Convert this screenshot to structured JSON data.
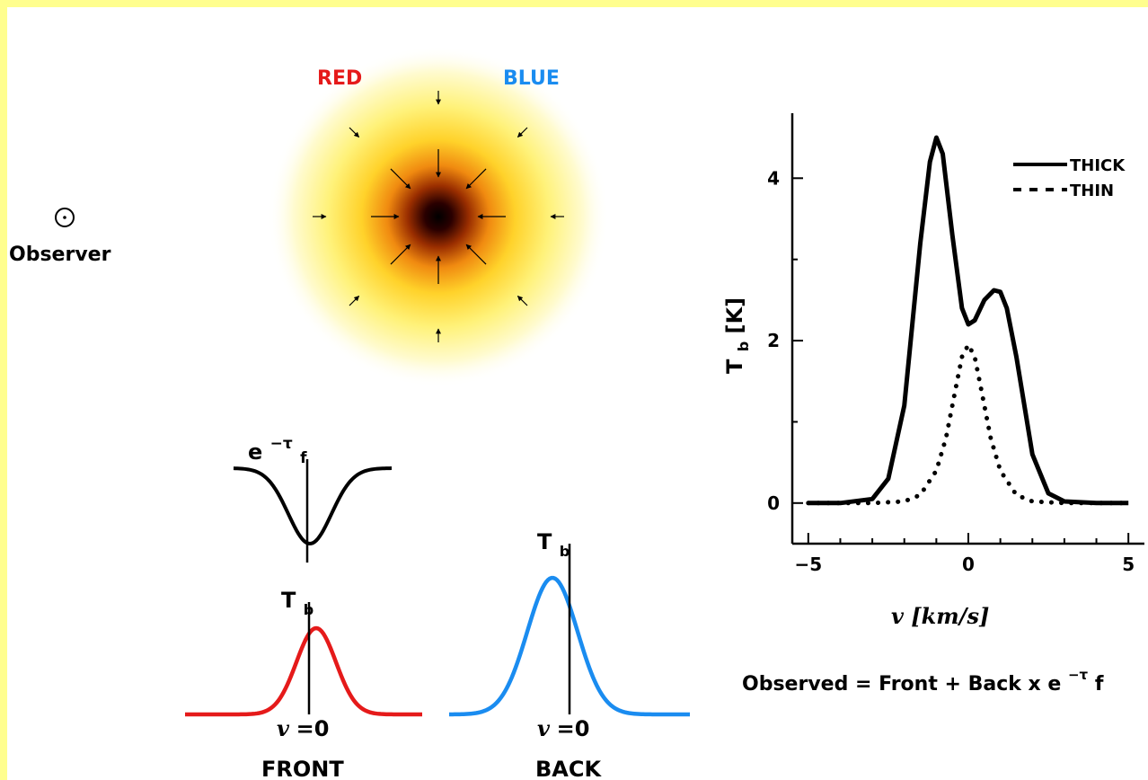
{
  "labels": {
    "red": "RED",
    "blue": "BLUE",
    "observer": "Observer",
    "front": "FRONT",
    "back": "BACK",
    "v_zero": "=0",
    "v_symbol": "v",
    "tb_main": "T",
    "tb_sub": "b",
    "exp_base": "e",
    "exp_tau": "−τ",
    "exp_f": "f"
  },
  "equation": {
    "prefix": "Observed = Front + Back x e",
    "tau": "−τ",
    "suffix": "f"
  },
  "colors": {
    "red": "#e51a1a",
    "blue": "#1a8cf0",
    "line": "#000000",
    "border": "#fffe8e"
  },
  "chart_data": {
    "type": "line",
    "xlabel": "v [km/s]",
    "ylabel_main": "T",
    "ylabel_sub": "b",
    "ylabel_unit": "[K]",
    "xlim": [
      -5.5,
      5.5
    ],
    "ylim": [
      -0.5,
      4.8
    ],
    "xticks": [
      -5,
      0,
      5
    ],
    "yticks": [
      0,
      2,
      4
    ],
    "xtick_labels": [
      "−5",
      "0",
      "5"
    ],
    "ytick_labels": [
      "0",
      "2",
      "4"
    ],
    "legend_position": "top-right",
    "series": [
      {
        "name": "THICK",
        "style": "solid",
        "x": [
          -5,
          -4,
          -3,
          -2.5,
          -2,
          -1.5,
          -1.2,
          -1,
          -0.8,
          -0.5,
          -0.2,
          0,
          0.2,
          0.5,
          0.8,
          1,
          1.2,
          1.5,
          2,
          2.5,
          3,
          4,
          5
        ],
        "y": [
          0,
          0,
          0.05,
          0.3,
          1.2,
          3.2,
          4.2,
          4.5,
          4.3,
          3.3,
          2.4,
          2.2,
          2.25,
          2.5,
          2.62,
          2.6,
          2.4,
          1.8,
          0.6,
          0.12,
          0.02,
          0,
          0
        ]
      },
      {
        "name": "THIN",
        "style": "dotted",
        "x": [
          -5,
          -3,
          -2,
          -1.5,
          -1,
          -0.7,
          -0.4,
          -0.2,
          0,
          0.2,
          0.4,
          0.7,
          1,
          1.5,
          2,
          3,
          5
        ],
        "y": [
          0,
          0,
          0.02,
          0.1,
          0.4,
          0.8,
          1.4,
          1.8,
          1.95,
          1.8,
          1.4,
          0.8,
          0.4,
          0.1,
          0.02,
          0,
          0
        ]
      }
    ]
  }
}
